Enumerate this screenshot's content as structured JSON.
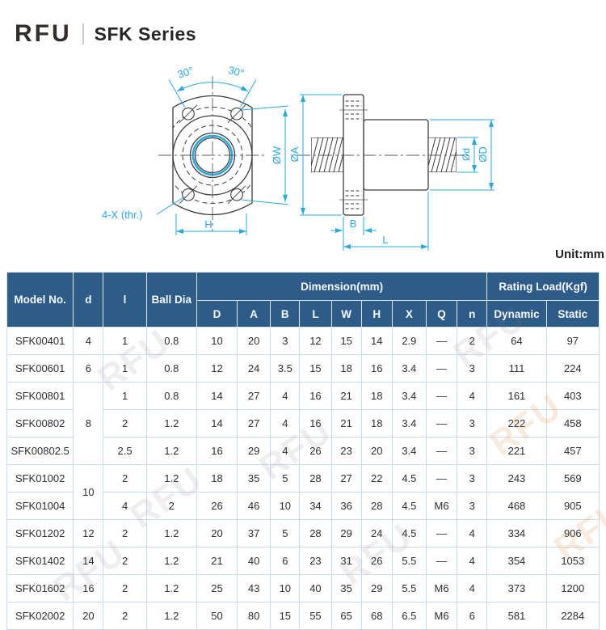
{
  "page": {
    "brand": "RFU",
    "title": "SFK Series",
    "unit_label": "Unit:mm"
  },
  "colors": {
    "accent_dimension": "#29a8e0",
    "table_header_bg": "#2d5c89",
    "table_border": "#ccd9e6",
    "line_color": "#3b3b3b"
  },
  "drawing": {
    "labels": {
      "angle_left": "30°",
      "angle_right": "30°",
      "bolt_note": "4-X (thr.)",
      "ow": "ØW",
      "oa": "ØA",
      "od_small": "Ød",
      "od_large": "ØD",
      "h": "H",
      "b": "B",
      "l": "L"
    }
  },
  "watermark": {
    "text": "RFU"
  },
  "table": {
    "headers": {
      "model": "Model No.",
      "d": "d",
      "lead": "l",
      "ball_dia": "Ball Dia",
      "dimension": "Dimension(mm)",
      "rating": "Rating Load(Kgf)",
      "dim_cols": [
        "D",
        "A",
        "B",
        "L",
        "W",
        "H",
        "X",
        "Q",
        "n"
      ],
      "rating_cols": [
        "Dynamic",
        "Static"
      ]
    },
    "rows": [
      {
        "model": "SFK00401",
        "d": "4",
        "d_span": 1,
        "lead": "1",
        "ball_dia": "0.8",
        "dims": [
          "10",
          "20",
          "3",
          "12",
          "15",
          "14",
          "2.9",
          "—",
          "2"
        ],
        "dynamic": "64",
        "static": "97"
      },
      {
        "model": "SFK00601",
        "d": "6",
        "d_span": 1,
        "lead": "1",
        "ball_dia": "0.8",
        "dims": [
          "12",
          "24",
          "3.5",
          "15",
          "18",
          "16",
          "3.4",
          "—",
          "3"
        ],
        "dynamic": "111",
        "static": "224"
      },
      {
        "model": "SFK00801",
        "d": "8",
        "d_span": 3,
        "lead": "1",
        "ball_dia": "0.8",
        "dims": [
          "14",
          "27",
          "4",
          "16",
          "21",
          "18",
          "3.4",
          "—",
          "4"
        ],
        "dynamic": "161",
        "static": "403"
      },
      {
        "model": "SFK00802",
        "lead": "2",
        "ball_dia": "1.2",
        "dims": [
          "14",
          "27",
          "4",
          "16",
          "21",
          "18",
          "3.4",
          "—",
          "3"
        ],
        "dynamic": "222",
        "static": "458"
      },
      {
        "model": "SFK00802.5",
        "lead": "2.5",
        "ball_dia": "1.2",
        "dims": [
          "16",
          "29",
          "4",
          "26",
          "23",
          "20",
          "3.4",
          "—",
          "3"
        ],
        "dynamic": "221",
        "static": "457"
      },
      {
        "model": "SFK01002",
        "d": "10",
        "d_span": 2,
        "lead": "2",
        "ball_dia": "1.2",
        "dims": [
          "18",
          "35",
          "5",
          "28",
          "27",
          "22",
          "4.5",
          "—",
          "3"
        ],
        "dynamic": "243",
        "static": "569"
      },
      {
        "model": "SFK01004",
        "lead": "4",
        "ball_dia": "2",
        "dims": [
          "26",
          "46",
          "10",
          "34",
          "36",
          "28",
          "4.5",
          "M6",
          "3"
        ],
        "dynamic": "468",
        "static": "905"
      },
      {
        "model": "SFK01202",
        "d": "12",
        "d_span": 1,
        "lead": "2",
        "ball_dia": "1.2",
        "dims": [
          "20",
          "37",
          "5",
          "28",
          "29",
          "24",
          "4.5",
          "—",
          "4"
        ],
        "dynamic": "334",
        "static": "906"
      },
      {
        "model": "SFK01402",
        "d": "14",
        "d_span": 1,
        "lead": "2",
        "ball_dia": "1.2",
        "dims": [
          "21",
          "40",
          "6",
          "23",
          "31",
          "26",
          "5.5",
          "—",
          "4"
        ],
        "dynamic": "354",
        "static": "1053"
      },
      {
        "model": "SFK01602",
        "d": "16",
        "d_span": 1,
        "lead": "2",
        "ball_dia": "1.2",
        "dims": [
          "25",
          "43",
          "10",
          "40",
          "35",
          "29",
          "5.5",
          "M6",
          "4"
        ],
        "dynamic": "373",
        "static": "1200"
      },
      {
        "model": "SFK02002",
        "d": "20",
        "d_span": 1,
        "lead": "2",
        "ball_dia": "1.2",
        "dims": [
          "50",
          "80",
          "15",
          "55",
          "65",
          "68",
          "6.5",
          "M6",
          "6"
        ],
        "dynamic": "581",
        "static": "2284"
      }
    ]
  }
}
